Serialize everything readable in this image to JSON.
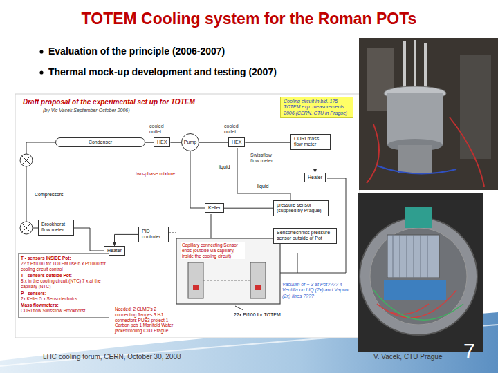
{
  "diagram": {
    "title": "TOTEM Cooling system for the Roman POTs",
    "nodes": [
      {
        "text": [
          "Cooling circuit in bld. 175 TOTEM exp. measurements 2006 (CERN, CTU in Prague)"
        ]
      },
      {
        "text": [
          "Condenser"
        ]
      },
      {
        "text": [
          "HEX"
        ]
      },
      {
        "text": [
          "Pump"
        ]
      },
      {
        "text": [
          "HEX"
        ]
      },
      {
        "text": [
          "CORI mass flow meter"
        ]
      },
      {
        "text": [
          "Heater"
        ]
      },
      {
        "text": [
          "Brookhorst flow meter"
        ]
      },
      {
        "text": [
          "PID controler"
        ]
      },
      {
        "text": [
          "Heater"
        ]
      },
      {
        "text": [
          "Keller"
        ]
      },
      {
        "text": [
          "pressure sensor (supplied by Prague)"
        ]
      },
      {
        "text": [
          "Sensortechnics pressure sensor outside of Pot"
        ]
      },
      {
        "text": [
          "T - sensors INSIDE Pot:",
          "22 x Pt1000 for TOTEM use 6 x Pt1000 for cooling circuit control",
          "T - sensors outside Pot:",
          "8 x in the cooling circuit (NTC) 7 x at the capillary (NTC)",
          "P - sensors:",
          "2x Keller 5 x Sensortechnics",
          "Mass flowmeters:",
          "CORI flow Swissflow Brookhorst"
        ]
      }
    ],
    "edges": [
      {
        "from": 1,
        "to": 2,
        "arrow": "none"
      },
      {
        "from": 2,
        "to": 3,
        "arrow": "none"
      },
      {
        "from": 3,
        "to": 4,
        "arrow": "none"
      },
      {
        "from": 4,
        "to": 5,
        "arrow": "none"
      },
      {
        "from": 5,
        "to": 6,
        "arrow": "to"
      },
      {
        "from": 8,
        "to": 9,
        "arrow": "to"
      },
      {
        "from": 10,
        "to": 11,
        "arrow": "none"
      }
    ],
    "labels": [
      "Evaluation of the principle (2006-2007)",
      "Thermal mock-up development and testing (2007)",
      "Draft proposal of the experimental set up for TOTEM",
      "(by Vic Vacek September-October 2006)",
      "cooled outlet",
      "cooled outlet",
      "Swissflow flow meter",
      "Compressors",
      "two-phase mixture",
      "liquid",
      "liquid",
      "Capillary connecting Sensor ends (outside via capillary, inside the cooling circuit)",
      "22x Pt100 for TOTEM",
      "Vacuum of ~ 3 at Pot???? 4 Ventilla on LIQ (2x) and Vapour (2x) lines ????",
      "Needed: 2 CLMD's 2 connecting flanges 3 HJ connectors PUS3 project 1 Carbon pcb 1 Manifold Water jacket/cooling CTU Prague",
      "LHC cooling forum, CERN, October 30, 2008",
      "V. Vacek, CTU Prague",
      "7"
    ]
  }
}
